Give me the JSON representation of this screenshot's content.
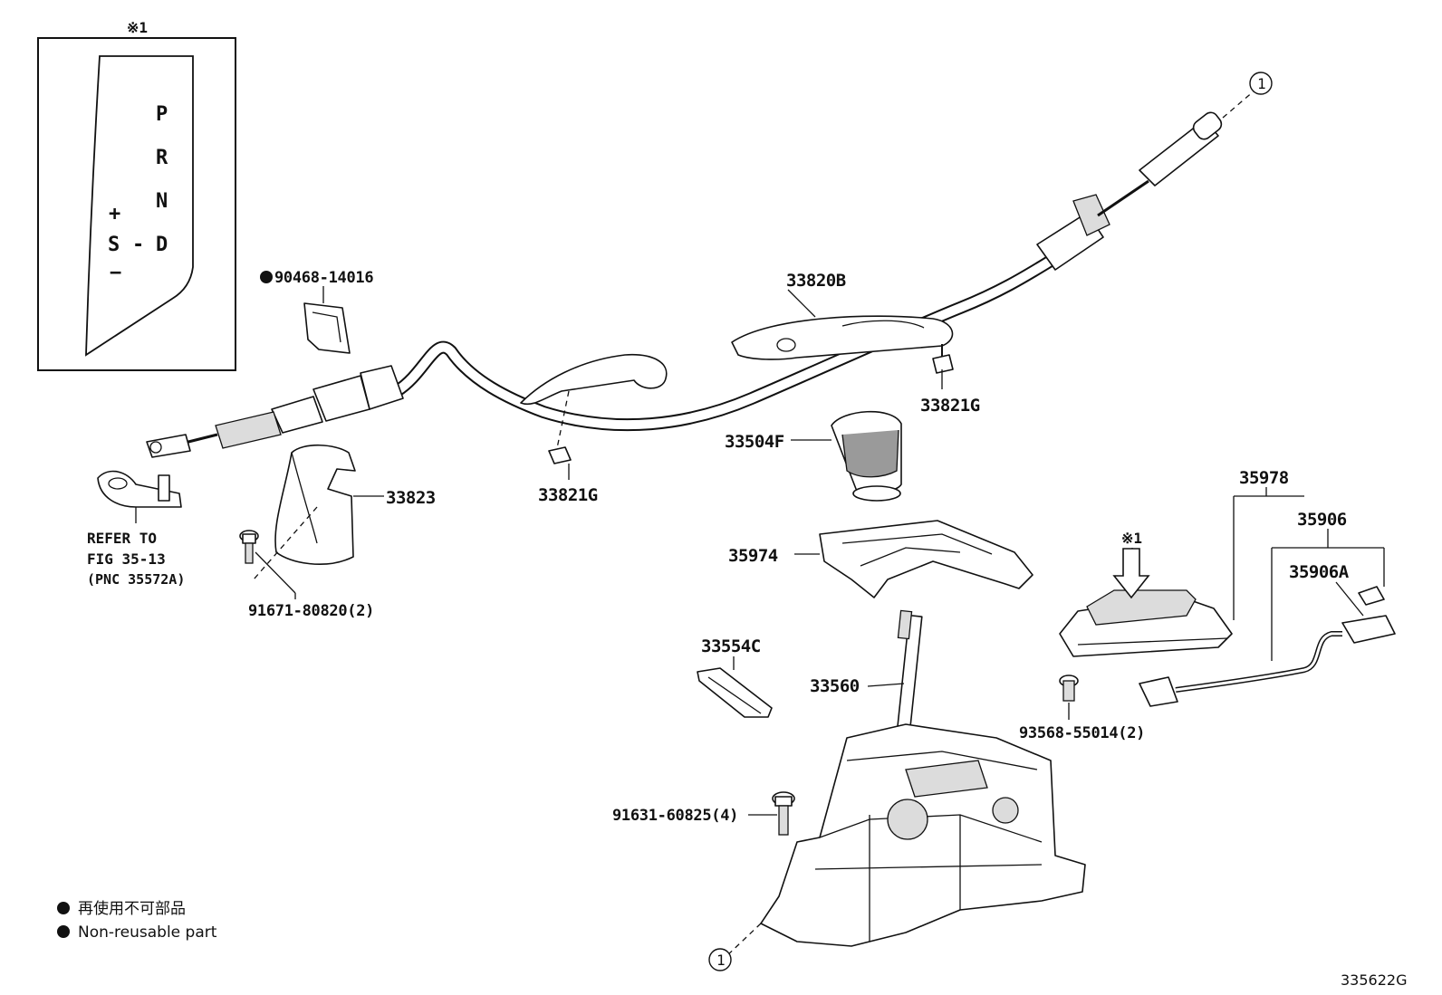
{
  "inset": {
    "marker": "※1",
    "gear_p": "P",
    "gear_r": "R",
    "gear_n": "N",
    "gear_d": "D",
    "gear_dash": "-",
    "gear_s": "S",
    "gear_plus": "+",
    "gear_minus": "−"
  },
  "callouts": {
    "c1_top": "1",
    "c1_bottom": "1",
    "marker_1": "※1"
  },
  "parts": {
    "p90468": "90468-14016",
    "p33820B": "33820B",
    "p33821G_right": "33821G",
    "p33821G_left": "33821G",
    "p33504F": "33504F",
    "p33823": "33823",
    "p91671": "91671-80820(2)",
    "p35978": "35978",
    "p35906": "35906",
    "p35906A": "35906A",
    "p35974": "35974",
    "p33554C": "33554C",
    "p33560": "33560",
    "p93568": "93568-55014(2)",
    "p91631": "91631-60825(4)"
  },
  "refer": {
    "line1": "REFER TO",
    "line2": "FIG 35-13",
    "line3": "(PNC 35572A)"
  },
  "legend": {
    "jp": "再使用不可部品",
    "en": "Non-reusable part"
  },
  "figure_id": "335622G"
}
